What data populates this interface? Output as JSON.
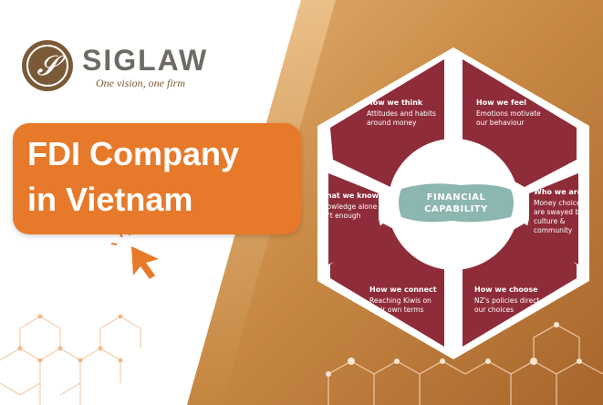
{
  "brand": {
    "name": "SIGLAW",
    "tagline": "One vision, one firm"
  },
  "headline": {
    "line1": "FDI Company",
    "line2": "in Vietnam"
  },
  "diagram": {
    "center_line1": "FINANCIAL",
    "center_line2": "CAPABILITY",
    "segments": [
      {
        "title": "How we think",
        "line1": "Attitudes and habits",
        "line2": "around money",
        "line3": ""
      },
      {
        "title": "How we feel",
        "line1": "Emotions motivate",
        "line2": "our behaviour",
        "line3": ""
      },
      {
        "title": "Who we are",
        "line1": "Money choices",
        "line2": "are swayed by",
        "line3": "culture &",
        "line4": "community"
      },
      {
        "title": "How we choose",
        "line1": "NZ's policies direct",
        "line2": "our choices",
        "line3": ""
      },
      {
        "title": "How we connect",
        "line1": "Reaching Kiwis on",
        "line2": "their own terms",
        "line3": ""
      },
      {
        "title": "What we know",
        "line1": "Knowledge alone",
        "line2": "isn't enough",
        "line3": ""
      }
    ]
  },
  "colors": {
    "accent_orange": "#e77a2a",
    "segment_maroon": "#8f2c3a",
    "center_teal": "#8cb6b0",
    "gold_background": "#c98a45",
    "brand_gray": "#6e6a65"
  },
  "icons": [
    "siglaw-logo-icon",
    "cursor-click-icon"
  ]
}
